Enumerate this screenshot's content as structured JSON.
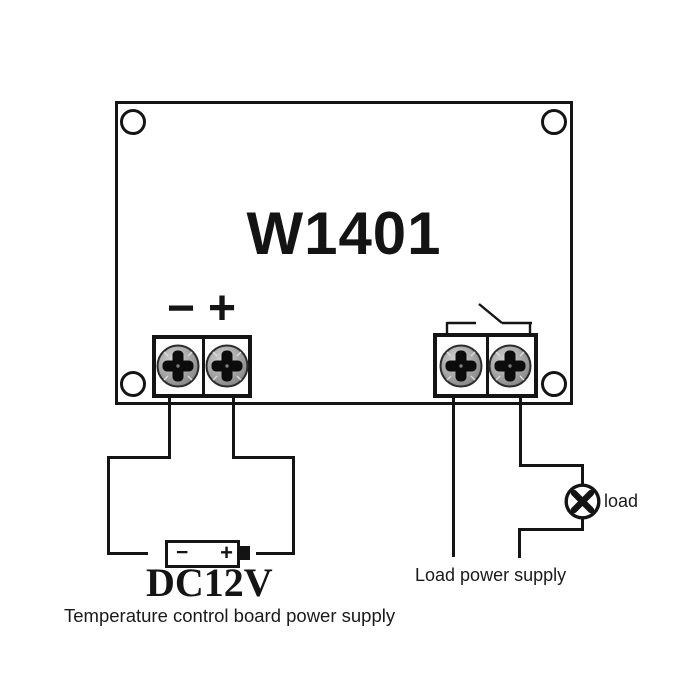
{
  "diagram": {
    "board": {
      "label": "W1401"
    },
    "power_terminals": {
      "negative": "−",
      "positive": "+"
    },
    "battery": {
      "label": "DC12V",
      "negative": "−",
      "positive": "+"
    },
    "load_symbol": {
      "label": "load"
    },
    "captions": {
      "board_power": "Temperature control board power supply",
      "load_power": "Load power supply"
    },
    "colors": {
      "line": "#141414",
      "background": "#ffffff",
      "screw_body": "#a0a0a0",
      "screw_ring": "#2b2b2b",
      "screw_cross": "#0c0c0c"
    }
  }
}
